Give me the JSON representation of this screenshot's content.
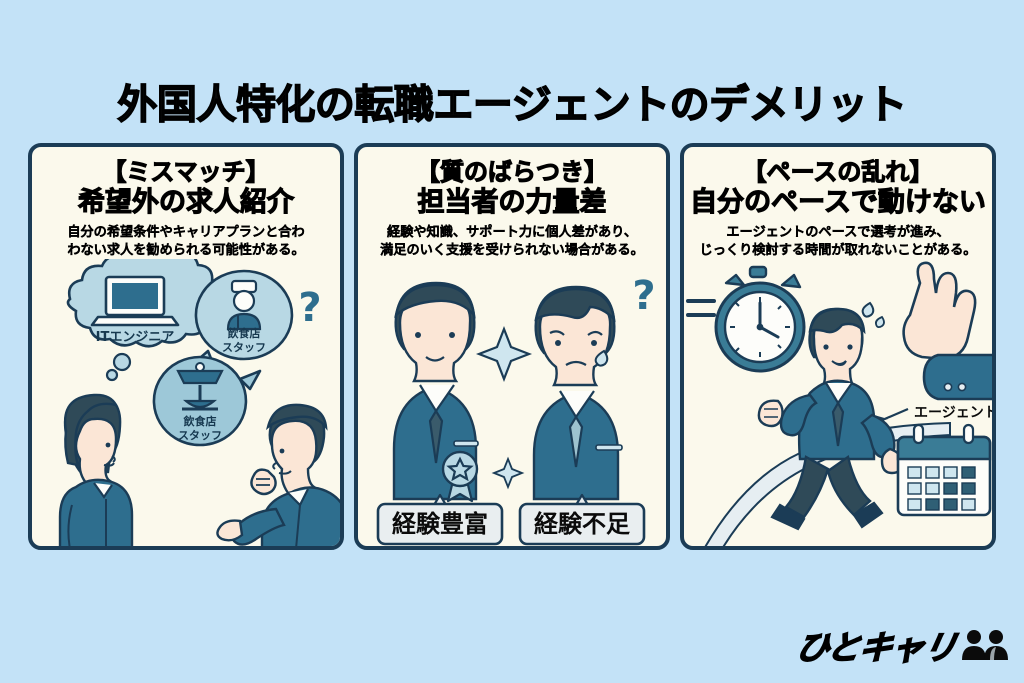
{
  "header": {
    "title": "外国人特化の転職エージェントのデメリット"
  },
  "colors": {
    "background": "#c3e2f7",
    "panel_fill": "#fbf9ec",
    "panel_border": "#1b3c56",
    "suit_blue": "#2e6e8e",
    "suit_dark": "#2b5f7d",
    "accent_light": "#a8cfdd",
    "ink": "#1b3c56"
  },
  "panels": [
    {
      "id": "mismatch",
      "title_bracket": "【ミスマッチ】",
      "title_main": "希望外の求人紹介",
      "desc_line1": "自分の希望条件やキャリアプランと合わ",
      "desc_line2": "わない求人を勧められる可能性がある。",
      "bubbles": [
        {
          "label": "ITエンジニア",
          "icon": "laptop-icon"
        },
        {
          "label_line1": "飲食店",
          "label_line2": "スタッフ",
          "icon": "chef-icon"
        },
        {
          "label_line1": "飲食店",
          "label_line2": "スタッフ",
          "icon": "serving-dish-icon"
        }
      ],
      "question_mark": "?",
      "figures": [
        "woman-jobseeker",
        "man-agent"
      ]
    },
    {
      "id": "quality-variance",
      "title_bracket": "【質のばらつき】",
      "title_main": "担当者の力量差",
      "desc_line1": "経験や知識、サポート力に個人差があり、",
      "desc_line2": "満足のいく支援を受けられない場合がある。",
      "question_mark": "?",
      "figures": [
        "man-experienced",
        "man-inexperienced"
      ],
      "tags": [
        {
          "label": "経験豊富"
        },
        {
          "label": "経験不足"
        }
      ]
    },
    {
      "id": "pace-disruption",
      "title_bracket": "【ペースの乱れ】",
      "title_main": "自分のペースで動けない",
      "desc_line1": "エージェントのペースで選考が進み、",
      "desc_line2": "じっくり検討する時間が取れないことがある。",
      "agent_label": "エージェント",
      "icons": [
        "stopwatch-icon",
        "stop-hand-icon",
        "calendar-icon"
      ],
      "figures": [
        "man-rushing"
      ]
    }
  ],
  "logo": {
    "text": "ひとキャリ",
    "icon": "two-people-icon"
  }
}
